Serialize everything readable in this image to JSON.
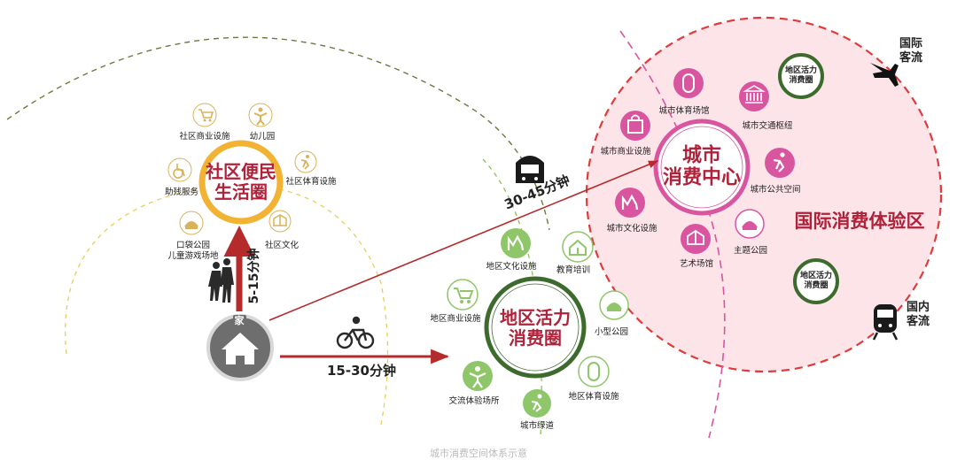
{
  "community": {
    "title_line1": "社区便民",
    "title_line2": "生活圈",
    "items": {
      "commerce": "社区商业设施",
      "kindergarten": "幼儿园",
      "accessibility": "助残服务",
      "sports": "社区体育设施",
      "park_line1": "口袋公园",
      "park_line2": "儿童游戏场地",
      "culture": "社区文化"
    },
    "time": "5-15分钟"
  },
  "home": {
    "label": "家"
  },
  "district": {
    "title_line1": "地区活力",
    "title_line2": "消费圈",
    "items": {
      "culture": "地区文化设施",
      "education": "教育培训",
      "commerce": "地区商业设施",
      "small_park": "小型公园",
      "exchange": "交流体验场所",
      "greenway": "城市绿道",
      "sports": "地区体育设施"
    },
    "time": "15-30分钟"
  },
  "city": {
    "title_line1": "城市",
    "title_line2": "消费中心",
    "items": {
      "sports": "城市体育场馆",
      "transport": "城市交通枢纽",
      "commerce": "城市商业设施",
      "public_space": "城市公共空间",
      "culture": "城市文化设施",
      "art": "艺术场馆",
      "theme_park": "主题公园"
    },
    "time": "30-45分钟",
    "zone_label": "国际消费体验区",
    "mini_circle_line1": "地区活力",
    "mini_circle_line2": "消费圈"
  },
  "flows": {
    "international_line1": "国际",
    "international_line2": "客流",
    "domestic_line1": "国内",
    "domestic_line2": "客流"
  },
  "colors": {
    "community_ring": "#f2b233",
    "community_icon": "#d9b25a",
    "district_ring": "#3d6b2e",
    "district_icon": "#8fc66a",
    "city_ring": "#d9559f",
    "city_icon": "#d9559f",
    "zone_fill": "#fde4e9",
    "zone_border": "#e03a3a",
    "arrow": "#b52a2a",
    "title_red": "#b0223a"
  },
  "caption": "城市消费空间体系示意"
}
